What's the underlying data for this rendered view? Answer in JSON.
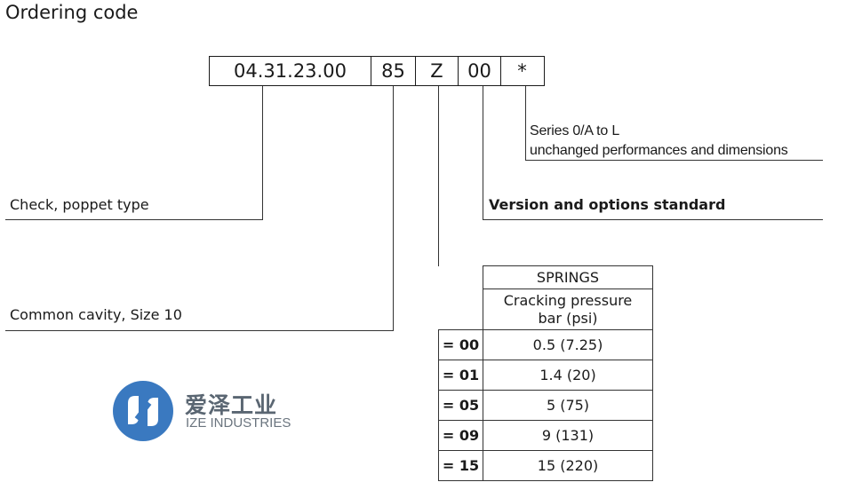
{
  "title": "Ordering code",
  "code": {
    "segments": [
      "04.31.23.00",
      "85",
      "Z",
      "00",
      "*"
    ]
  },
  "labels": {
    "series_line1": "Series 0/A to L",
    "series_line2": "unchanged performances and dimensions",
    "check": "Check, poppet type",
    "version": "Version and options standard",
    "cavity": "Common cavity, Size 10"
  },
  "springs_table": {
    "header": "SPRINGS",
    "subheader_line1": "Cracking pressure",
    "subheader_line2": "bar (psi)",
    "rows": [
      {
        "code": "= 00",
        "value": "0.5 (7.25)"
      },
      {
        "code": "= 01",
        "value": "1.4 (20)"
      },
      {
        "code": "= 05",
        "value": "5 (75)"
      },
      {
        "code": "= 09",
        "value": "9 (131)"
      },
      {
        "code": "= 15",
        "value": "15 (220)"
      }
    ]
  },
  "logo": {
    "name_cn": "爱泽工业",
    "name_en": "IZE INDUSTRIES",
    "color": "#3a79c0"
  }
}
